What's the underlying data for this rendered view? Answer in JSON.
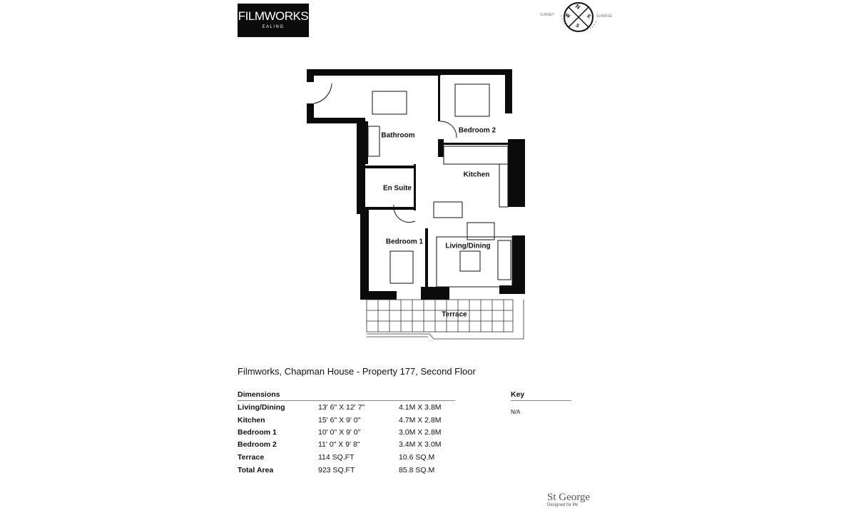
{
  "brand": {
    "name": "FILMWORKS",
    "location": "EALING"
  },
  "compass": {
    "sunset": "SUNSET",
    "sunrise": "SUNRISE",
    "n": "N",
    "e": "E",
    "s": "S",
    "w": "W"
  },
  "rooms": {
    "bathroom": "Bathroom",
    "bedroom2": "Bedroom 2",
    "kitchen": "Kitchen",
    "ensuite": "En Suite",
    "bedroom1": "Bedroom 1",
    "living": "Living/Dining",
    "terrace": "Terrace"
  },
  "title": "Filmworks, Chapman House - Property 177, Second Floor",
  "dimensions": {
    "header": "Dimensions",
    "rows": [
      {
        "room": "Living/Dining",
        "imperial": "13' 6\" X 12' 7\"",
        "metric": "4.1M X 3.8M"
      },
      {
        "room": "Kitchen",
        "imperial": "15' 6\" X 9' 0\"",
        "metric": "4.7M X 2.8M"
      },
      {
        "room": "Bedroom 1",
        "imperial": "10' 0\" X 9' 0\"",
        "metric": "3.0M X 2.8M"
      },
      {
        "room": "Bedroom 2",
        "imperial": "11' 0\" X 9' 8\"",
        "metric": "3.4M X 3.0M"
      },
      {
        "room": "Terrace",
        "imperial": "114 SQ.FT",
        "metric": "10.6 SQ.M"
      },
      {
        "room": "Total Area",
        "imperial": "923 SQ.FT",
        "metric": "85.8 SQ.M"
      }
    ]
  },
  "key": {
    "header": "Key",
    "value": "N/A"
  },
  "developer": {
    "name": "St George",
    "tagline": "Designed for life"
  }
}
